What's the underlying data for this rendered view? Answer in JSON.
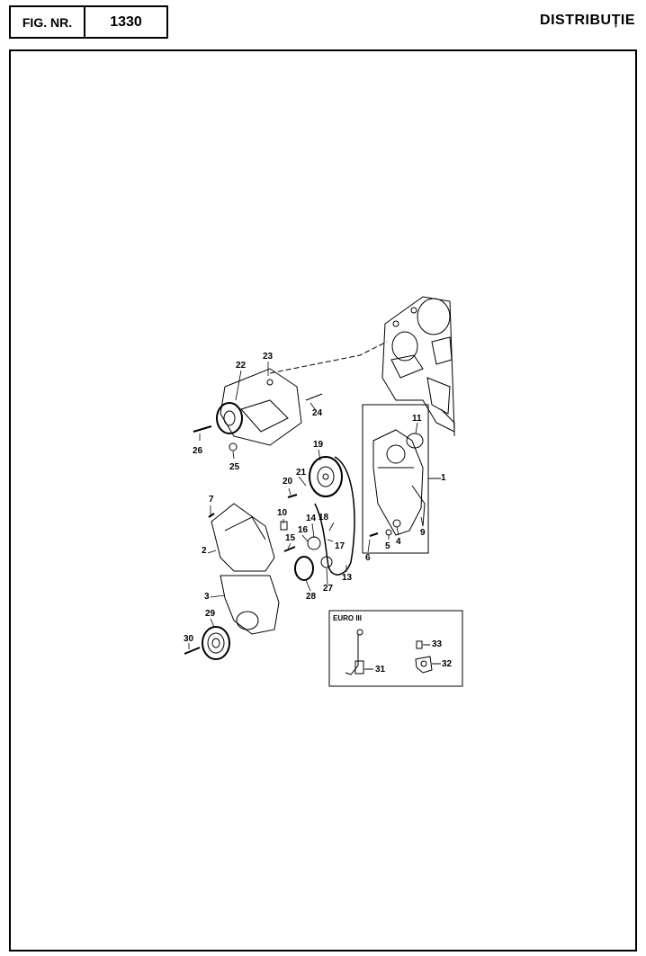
{
  "header": {
    "fig_label": "FIG. NR.",
    "fig_number": "1330",
    "title": "DISTRIBUȚIE"
  },
  "inset": {
    "label": "EURO III"
  },
  "callouts": [
    "1",
    "2",
    "3",
    "4",
    "5",
    "6",
    "7",
    "9",
    "10",
    "11",
    "13",
    "14",
    "15",
    "16",
    "17",
    "18",
    "19",
    "20",
    "21",
    "22",
    "23",
    "24",
    "25",
    "26",
    "27",
    "28",
    "29",
    "30",
    "31",
    "32",
    "33"
  ]
}
